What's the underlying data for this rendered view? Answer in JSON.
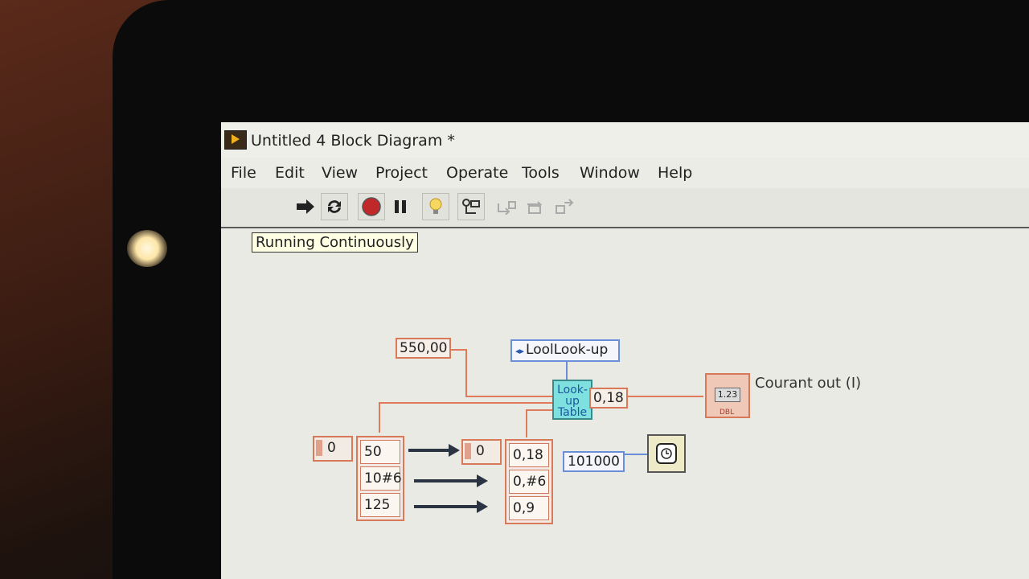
{
  "window": {
    "title": "Untitled 4 Block Diagram *"
  },
  "menu": [
    "File",
    "Edit",
    "View",
    "Project",
    "Operate",
    "Tools",
    "Window",
    "Help"
  ],
  "toolbar": {
    "tooltip": "Running Continuously",
    "buttons": [
      "run-arrow-icon",
      "run-continuously-icon",
      "abort-icon",
      "pause-icon",
      "highlight-bulb-icon",
      "retain-wire-icon",
      "step-into-icon",
      "step-over-icon",
      "step-out-icon"
    ]
  },
  "diagram": {
    "constant_top": "550,00",
    "lookup_vi_label": "LoolLook-up",
    "lookup_table_label": "Look-up Table",
    "lookup_output": "0,18",
    "indicator_value": "1.23",
    "indicator_type": "DBL",
    "indicator_label": "Courant out (I)",
    "array_in_index": "0",
    "array_in_values": [
      "50",
      "10#6",
      "125"
    ],
    "array_out_index": "0",
    "array_out_values": [
      "0,18",
      "0,#6",
      "0,9"
    ],
    "wait_constant": "101000"
  },
  "colors": {
    "numeric_wire": "#e07a5a",
    "string_wire": "#6a8fd8",
    "lut_fill": "#7fe0e0"
  }
}
